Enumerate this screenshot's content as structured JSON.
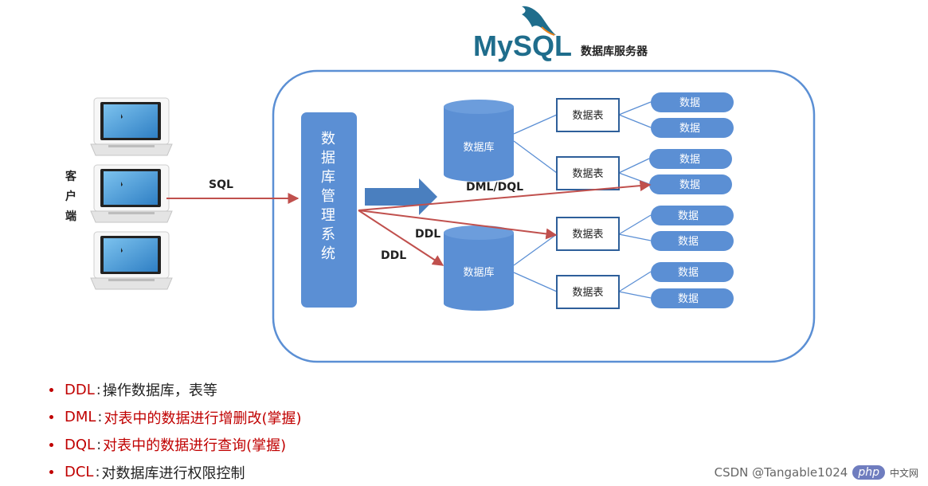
{
  "header": {
    "logo_text": "MySQL",
    "server_label": "数据库服务器"
  },
  "client": {
    "label_chars": [
      "客",
      "户",
      "端"
    ]
  },
  "arrows": {
    "sql_label": "SQL",
    "dml_dql_label": "DML/DQL",
    "ddl_label_1": "DDL",
    "ddl_label_2": "DDL"
  },
  "dbms": {
    "label_chars": [
      "数",
      "据",
      "库",
      "管",
      "理",
      "系",
      "统"
    ]
  },
  "databases": [
    {
      "label": "数据库"
    },
    {
      "label": "数据库"
    }
  ],
  "tables": [
    {
      "label": "数据表"
    },
    {
      "label": "数据表"
    },
    {
      "label": "数据表"
    },
    {
      "label": "数据表"
    }
  ],
  "data_items": [
    {
      "label": "数据"
    },
    {
      "label": "数据"
    },
    {
      "label": "数据"
    },
    {
      "label": "数据"
    },
    {
      "label": "数据"
    },
    {
      "label": "数据"
    },
    {
      "label": "数据"
    },
    {
      "label": "数据"
    }
  ],
  "bullets": [
    {
      "term": "DDL",
      "sep": ":",
      "desc": "操作数据库，表等",
      "style": "dark"
    },
    {
      "term": "DML",
      "sep": ":",
      "desc": "对表中的数据进行增删改(掌握)",
      "style": "red"
    },
    {
      "term": "DQL",
      "sep": ":",
      "desc": "对表中的数据进行查询(掌握)",
      "style": "red"
    },
    {
      "term": "DCL",
      "sep": ":",
      "desc": "对数据库进行权限控制",
      "style": "dark"
    }
  ],
  "footer": {
    "php_badge": "php",
    "cn_net": "中文网",
    "csdn": "CSDN @Tangable1024"
  },
  "colors": {
    "blue_fill": "#5b8fd4",
    "border_blue": "#4d7ebf",
    "table_border": "#2e5f9a",
    "arrow_red": "#c0504d",
    "text_red": "#c00000",
    "logo_teal": "#1f6d8c",
    "logo_orange": "#e8831b"
  }
}
